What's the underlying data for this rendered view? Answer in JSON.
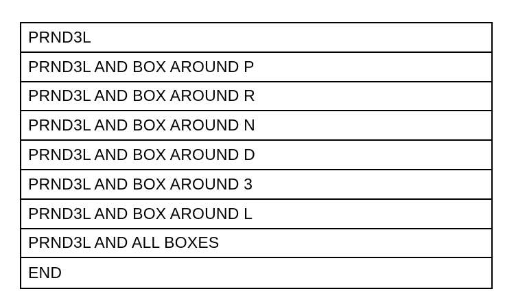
{
  "rows": [
    {
      "label": "PRND3L"
    },
    {
      "label": "PRND3L AND BOX AROUND P"
    },
    {
      "label": "PRND3L AND BOX AROUND R"
    },
    {
      "label": "PRND3L AND BOX AROUND N"
    },
    {
      "label": "PRND3L AND BOX AROUND D"
    },
    {
      "label": "PRND3L AND BOX AROUND 3"
    },
    {
      "label": "PRND3L AND BOX AROUND L"
    },
    {
      "label": "PRND3L AND ALL BOXES"
    },
    {
      "label": "END"
    }
  ]
}
